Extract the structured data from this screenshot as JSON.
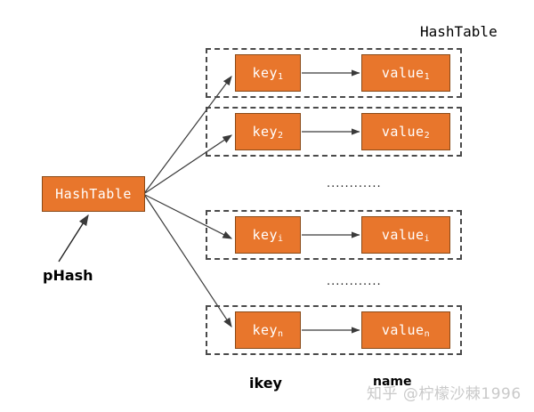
{
  "diagram": {
    "title": "HashTable",
    "root": {
      "label": "HashTable",
      "pointer_label": "pHash"
    },
    "column_labels": {
      "key_column": "ikey",
      "value_column": "name"
    },
    "ellipsis": "············",
    "rows": [
      {
        "key": "key",
        "key_sub": "1",
        "value": "value",
        "value_sub": "1"
      },
      {
        "key": "key",
        "key_sub": "2",
        "value": "value",
        "value_sub": "2"
      },
      {
        "key": "key",
        "key_sub": "i",
        "value": "value",
        "value_sub": "i"
      },
      {
        "key": "key",
        "key_sub": "n",
        "value": "value",
        "value_sub": "n"
      }
    ],
    "colors": {
      "node_fill": "#e8762c",
      "node_border": "#8a4a17",
      "node_text": "#ffffff",
      "dashed_border": "#4a4a4a",
      "arrow": "#3a3a3a",
      "background": "#ffffff",
      "watermark": "#c9c9c9"
    }
  },
  "watermark": {
    "text": "知乎 @柠檬沙棘1996"
  }
}
